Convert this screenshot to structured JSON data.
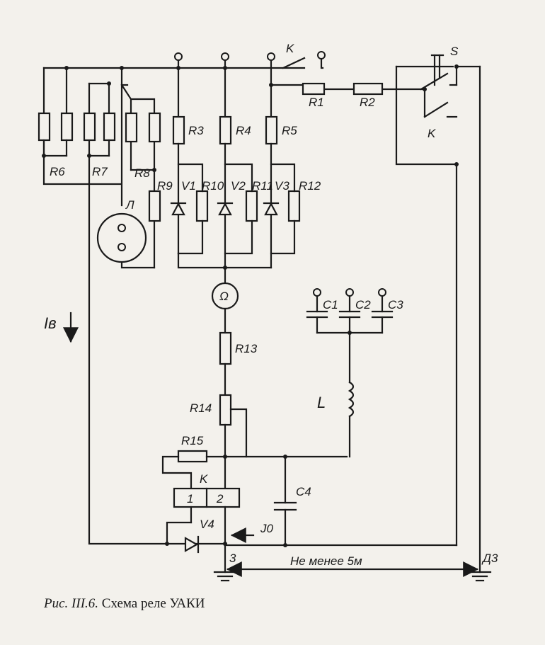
{
  "caption": {
    "prefix": "Рис. III.6.",
    "text": "Схема реле УАКИ"
  },
  "labels": {
    "R1": "R1",
    "R2": "R2",
    "R3": "R3",
    "R4": "R4",
    "R5": "R5",
    "R6": "R6",
    "R7": "R7",
    "R8": "R8",
    "R9": "R9",
    "R10": "R10",
    "R11": "R11",
    "R12": "R12",
    "R13": "R13",
    "R14": "R14",
    "R15": "R15",
    "V1": "V1",
    "V2": "V2",
    "V3": "V3",
    "V4": "V4",
    "C1": "C1",
    "C2": "C2",
    "C3": "C3",
    "C4": "C4",
    "L": "L",
    "lamp": "Л",
    "S": "S",
    "K_top": "K",
    "K_right": "K",
    "K_relay": "K",
    "coil_1": "1",
    "coil_2": "2",
    "node_3": "3",
    "D3": "Д3",
    "Ib": "Iв",
    "I0": "J0",
    "distance": "Не менее 5м"
  }
}
